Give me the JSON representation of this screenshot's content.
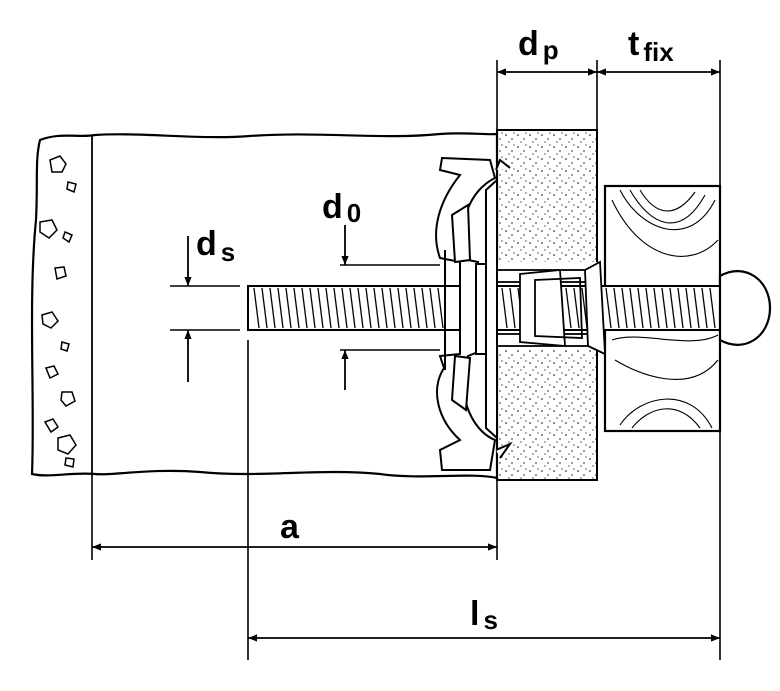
{
  "labels": {
    "dp_main": "d",
    "dp_sub": "p",
    "tfix_main": "t",
    "tfix_sub": "fix",
    "d0_main": "d",
    "d0_sub": "0",
    "ds_main": "d",
    "ds_sub": "s",
    "a": "a",
    "ls_main": "l",
    "ls_sub": "s"
  },
  "colors": {
    "line": "#000000",
    "background": "#ffffff"
  }
}
